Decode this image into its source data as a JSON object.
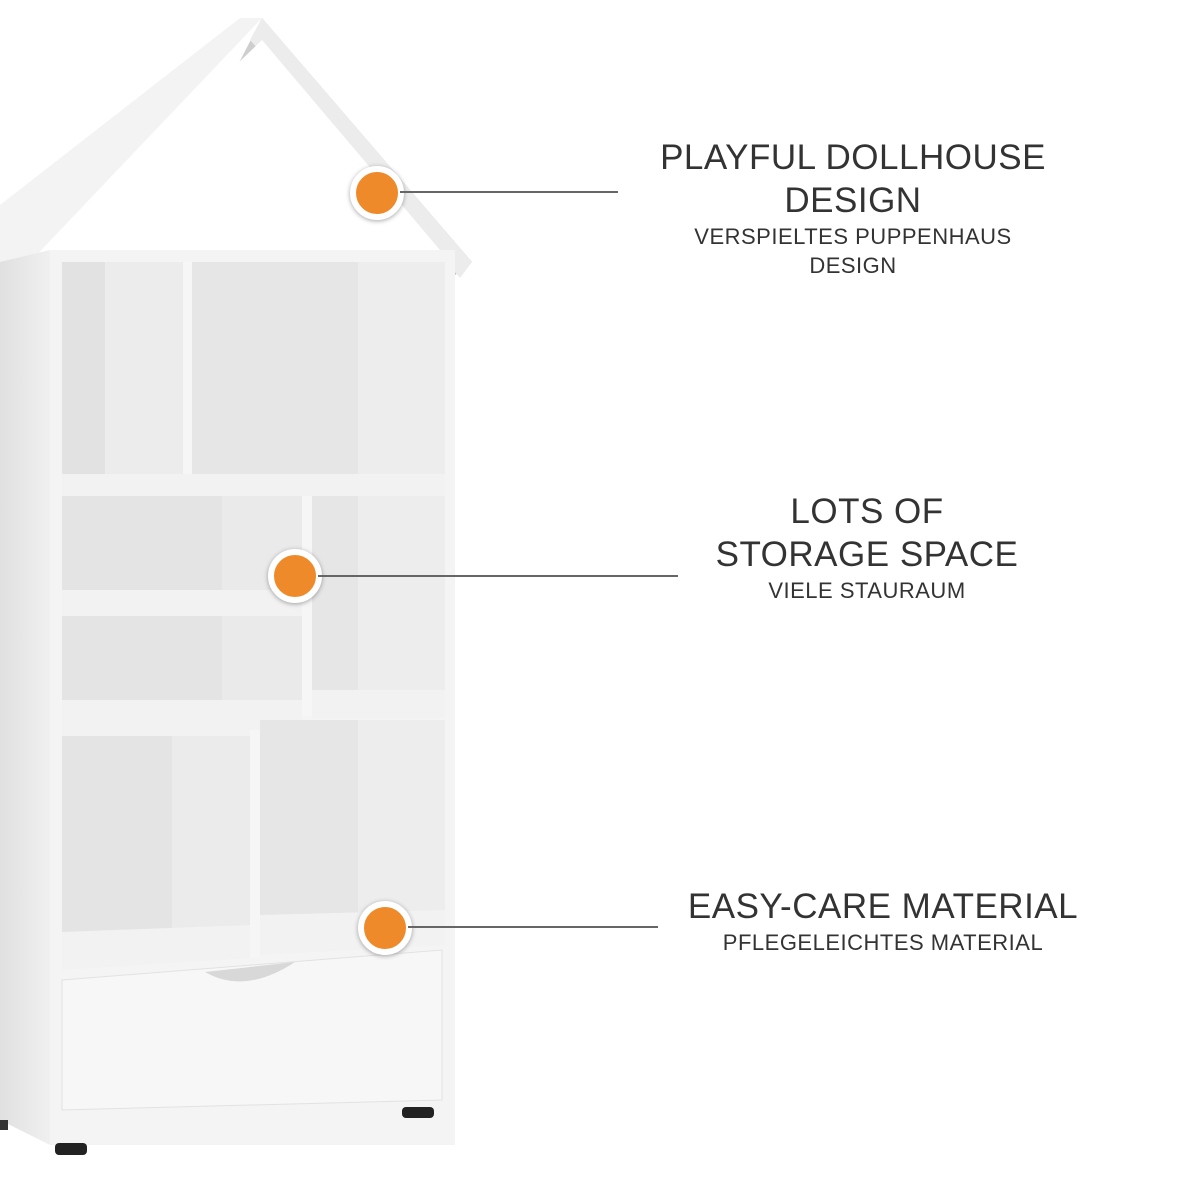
{
  "accent_color": "#ee8a2a",
  "features": [
    {
      "title_line1": "PLAYFUL DOLLHOUSE",
      "title_line2": "DESIGN",
      "subtitle_line1": "VERSPIELTES PUPPENHAUS",
      "subtitle_line2": "DESIGN"
    },
    {
      "title_line1": "LOTS OF",
      "title_line2": "STORAGE SPACE",
      "subtitle_line1": "VIELE STAURAUM"
    },
    {
      "title_line1": "EASY-CARE MATERIAL",
      "subtitle_line1": "PFLEGELEICHTES MATERIAL"
    }
  ]
}
